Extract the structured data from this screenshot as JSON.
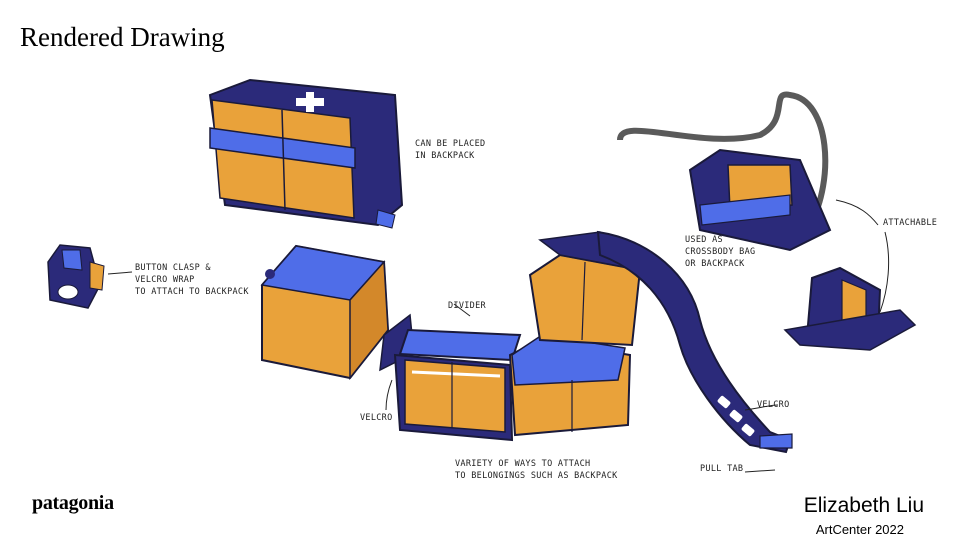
{
  "title": "Rendered Drawing",
  "annotations": {
    "backpack": "CAN BE PLACED\nIN BACKPACK",
    "clasp": "BUTTON CLASP &\nVELCRO WRAP\nTO ATTACH TO BACKPACK",
    "crossbody": "USED AS\nCROSSBODY BAG\nOR BACKPACK",
    "attachable": "ATTACHABLE",
    "divider": "DIVIDER",
    "velcro_left": "VELCRO",
    "velcro_right": "VELCRO",
    "pull_tab": "PULL TAB",
    "variety": "VARIETY OF WAYS TO ATTACH\nTO BELONGINGS SUCH AS BACKPACK"
  },
  "logo": {
    "text": "patagonia"
  },
  "author": {
    "name": "Elizabeth Liu",
    "school": "ArtCenter 2022"
  },
  "colors": {
    "navy": "#2b2a7a",
    "orange": "#e9a23a",
    "blue": "#4f6de8",
    "gray": "#5a5a5a"
  }
}
